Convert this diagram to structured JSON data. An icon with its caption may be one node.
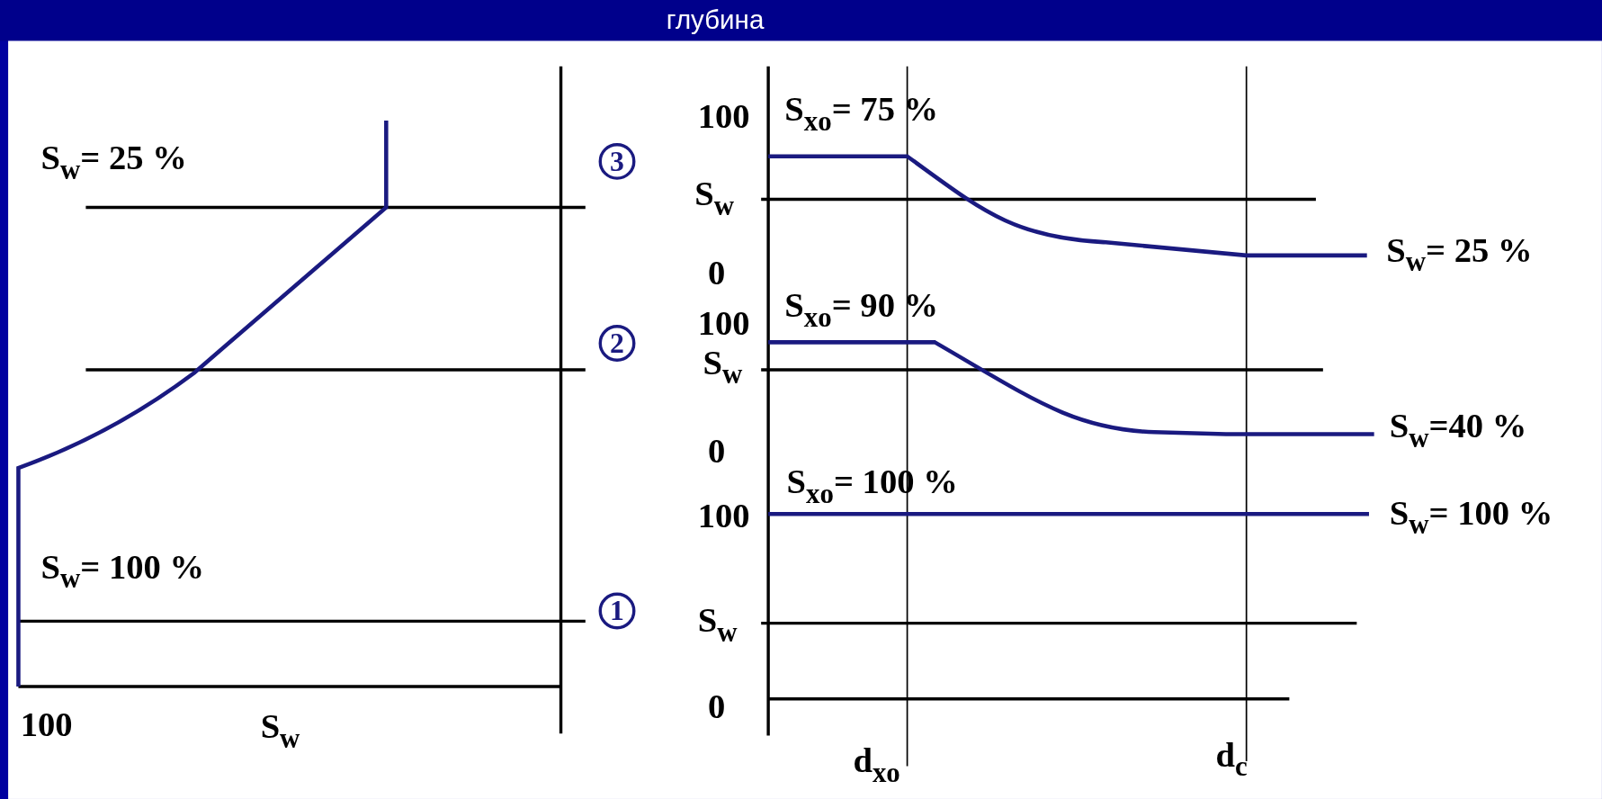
{
  "diagram": {
    "title": "глубина",
    "nodes": [
      {
        "text": [
          "3"
        ]
      },
      {
        "text": [
          "2"
        ]
      },
      {
        "text": [
          "1"
        ]
      }
    ],
    "labels": [
      "S$_{w}$= 25 %",
      "S$_{w}$= 100 %",
      "100",
      "S$_{w}$",
      "100",
      "S$_{xo}$= 75 %",
      "S$_{w}$",
      "0",
      "S$_{w}$= 25 %",
      "100",
      "S$_{xo}$= 90 %",
      "S$_{w}$",
      "S$_{w}$=40 %",
      "0",
      "S$_{xo}$= 100 %",
      "100",
      "S$_{w}$= 100 %",
      "S$_{w}$",
      "0",
      "d$_{xo}$",
      "d$_{c}$"
    ]
  }
}
